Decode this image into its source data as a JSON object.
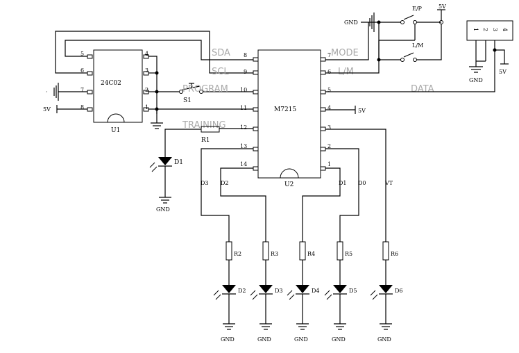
{
  "chips": {
    "eeprom": {
      "name": "24C02",
      "ref": "U1"
    },
    "mcu": {
      "name": "M7215",
      "ref": "U2"
    }
  },
  "pins": {
    "u1_left": [
      "5",
      "6",
      "7",
      "8"
    ],
    "u1_right": [
      "4",
      "3",
      "2",
      "1"
    ],
    "u2_left": [
      "8",
      "9",
      "10",
      "11",
      "12",
      "13",
      "14"
    ],
    "u2_right": [
      "7",
      "6",
      "5",
      "4",
      "3",
      "2",
      "1"
    ],
    "connector": [
      "1",
      "2",
      "3",
      "4"
    ]
  },
  "signals": {
    "sda": "SDA",
    "scl": "SCL",
    "program": "PROGRAM",
    "training": "TRAINING",
    "mode": "MODE",
    "lm": "L/M",
    "data": "DATA"
  },
  "switches": {
    "s1": "S1",
    "ep": "E/P",
    "lm": "L/M"
  },
  "resistors": {
    "r1": "R1",
    "r2": "R2",
    "r3": "R3",
    "r4": "R4",
    "r5": "R5",
    "r6": "R6"
  },
  "diodes": {
    "d1": "D1",
    "d2": "D2",
    "d3": "D3",
    "d4": "D4",
    "d5": "D5",
    "d6": "D6"
  },
  "net_labels": {
    "d3": "D3",
    "d2": "D2",
    "d1": "D1",
    "d0": "D0",
    "vt": "VT"
  },
  "power": {
    "gnd": "GND",
    "vcc": "5V"
  }
}
